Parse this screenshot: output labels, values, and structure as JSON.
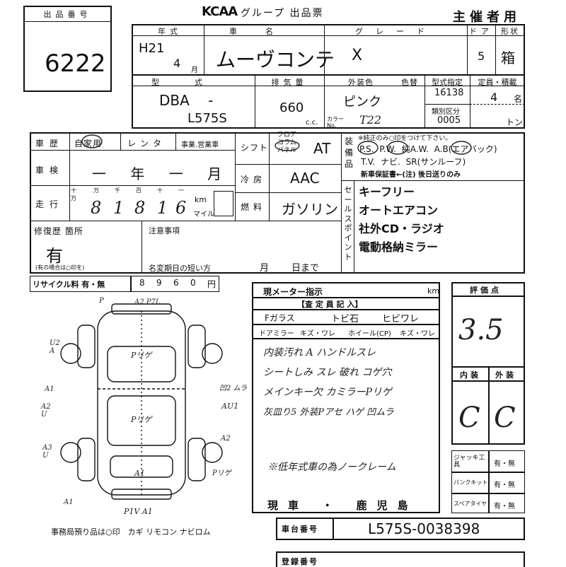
{
  "lot": {
    "label": "出品番号",
    "number": "6222"
  },
  "header": {
    "brand": "KCAA",
    "title": "グループ 出品票",
    "organizer": "主催者用"
  },
  "row1": {
    "h_year": "年式",
    "h_car": "車名",
    "h_grade": "グレード",
    "h_door": "ドア",
    "h_shape": "形状",
    "year_era": "H21",
    "month": "4",
    "month_unit": "月",
    "car_name": "ムーヴコンテ",
    "grade": "X",
    "doors": "5",
    "shape": "箱"
  },
  "row2": {
    "h_model": "型式",
    "h_displacement": "排気量",
    "h_color": "外装色",
    "h_color_change": "色替",
    "h_type_designation": "型式指定",
    "h_capacity": "定員・積載",
    "model_prefix": "DBA -",
    "model": "L575S",
    "displacement": "660",
    "cc": "c.c.",
    "color": "ピンク",
    "color_no_label": "カラーNo.",
    "color_code": "T22",
    "type_designation": "16138",
    "class_label": "類別区分",
    "class_code": "0005",
    "capacity": "4",
    "capacity_unit": "名",
    "load_unit": "トン"
  },
  "history": {
    "label": "車歴",
    "options": [
      "自家用",
      "レンタ",
      "事業.営業車"
    ],
    "inspection_label": "車検",
    "inspection_value": "一 年 一 月",
    "mileage_label": "走行",
    "digit_units": [
      "十万",
      "万",
      "千",
      "百",
      "十",
      "一"
    ],
    "mileage_digits": [
      "8",
      "1",
      "8",
      "1",
      "6"
    ],
    "km": "km",
    "mile": "マイル",
    "repair_label": "修復歴 箇所",
    "repair_value": "有",
    "repair_note": "(有の場合は○印を)",
    "notes_label": "注意事項",
    "name_change_label": "名変期日の短い方",
    "month": "月",
    "day_until": "日まで"
  },
  "drive": {
    "shift_label": "シフト",
    "shift_options": [
      "フロア",
      "コラム",
      "パネル"
    ],
    "shift_value": "AT",
    "ac_label": "冷房",
    "ac_value": "AAC",
    "fuel_label": "燃料",
    "fuel_value": "ガソリン"
  },
  "equipment": {
    "label": "装備品",
    "note": "※純正のみ○印をつけて下さい。",
    "line1": "P.S. P.W. 純A.W. A.B(エアバック)",
    "line2": "T.V. ナビ. SR(サンルーフ)",
    "line3": "新車保証書←(注) 後日送りのみ"
  },
  "sales_points": {
    "label": "セールスポイント",
    "items": [
      "キーフリー",
      "オートエアコン",
      "社外CD・ラジオ",
      "電動格納ミラー"
    ]
  },
  "recycle": {
    "label": "リサイクル料 有・無",
    "digits": [
      "8",
      "9",
      "6",
      "0"
    ],
    "unit": "円"
  },
  "inspection_box": {
    "meter_label": "現メーター指示",
    "meter_unit": "km",
    "inspector_header": "【査 定 員 記 入】",
    "row1": [
      "Fガラス",
      "トビ石",
      "ヒビワレ"
    ],
    "row2": [
      "ドアミラー",
      "キズ・ワレ",
      "ホイール(CP)",
      "キズ・ワレ"
    ],
    "remarks": [
      "内装汚れ A ハンドルスレ",
      "シートしみ スレ 破れ コゲ穴",
      "メインキー欠 カミラーPリゲ",
      "灰皿り5  外装Pアセ ハゲ 凹ムラ"
    ],
    "footnote": "※低年式車の為ノークレーム",
    "location": "現車 ・ 鹿児島"
  },
  "rating": {
    "label": "評価点",
    "score": "3.5",
    "interior_label": "内装",
    "exterior_label": "外装",
    "interior": "C",
    "exterior": "C"
  },
  "tools": [
    {
      "label": "ジャッキ工具",
      "value": "有・無"
    },
    {
      "label": "パンクキット",
      "value": "有・無"
    },
    {
      "label": "スペアタイヤ",
      "value": "有・無"
    }
  ],
  "diagram": {
    "marks": [
      "P"
    ],
    "annotations": [
      "A2 P7L",
      "Pリゲ",
      "U2 A",
      "A1",
      "A2 U",
      "凹2 ムラ",
      "AU1",
      "Pリゲ",
      "A3 U",
      "A2",
      "Pリゲ",
      "A1",
      "A1",
      "P1V A1"
    ]
  },
  "footer": {
    "items_note": "事務局預り品は○印　カギ リモコン ナビロム",
    "chassis_label": "車台番号",
    "chassis": "L575S-0038398",
    "registration_label": "登録番号"
  }
}
